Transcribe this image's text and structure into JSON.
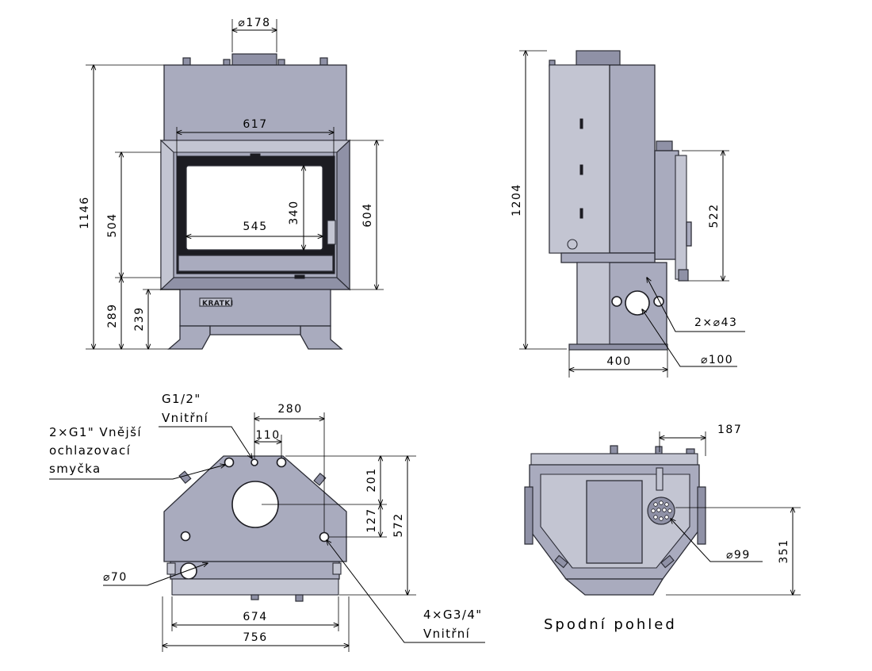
{
  "diagram": {
    "front_view": {
      "logo": "KRATKI",
      "dims": {
        "flue_diameter": "⌀178",
        "total_height": "1146",
        "door_height": "504",
        "base_height": "289",
        "leg_height": "239",
        "outer_width": "617",
        "outer_height": "604",
        "glass_width": "545",
        "glass_height": "340"
      }
    },
    "side_view": {
      "dims": {
        "total_height": "1204",
        "door_height": "522",
        "base_width": "400",
        "pipe_label": "2×⌀43",
        "air_inlet": "⌀100"
      }
    },
    "top_view": {
      "notes": {
        "g12_line1": "G1/2\"",
        "g12_line2": "Vnitřní",
        "g1_line1": "2×G1\" Vnější",
        "g1_line2": "ochlazovací",
        "g1_line3": "smyčka",
        "g34_line1": "4×G3/4\"",
        "g34_line2": "Vnitřní"
      },
      "dims": {
        "spacing_280": "280",
        "spacing_110": "110",
        "depth_201": "201",
        "depth_127": "127",
        "depth_572": "572",
        "width_674": "674",
        "width_756": "756",
        "diameter_70": "⌀70"
      }
    },
    "bottom_view": {
      "caption": "Spodní pohled",
      "dims": {
        "offset_187": "187",
        "offset_351": "351",
        "diameter_99": "⌀99"
      }
    }
  }
}
